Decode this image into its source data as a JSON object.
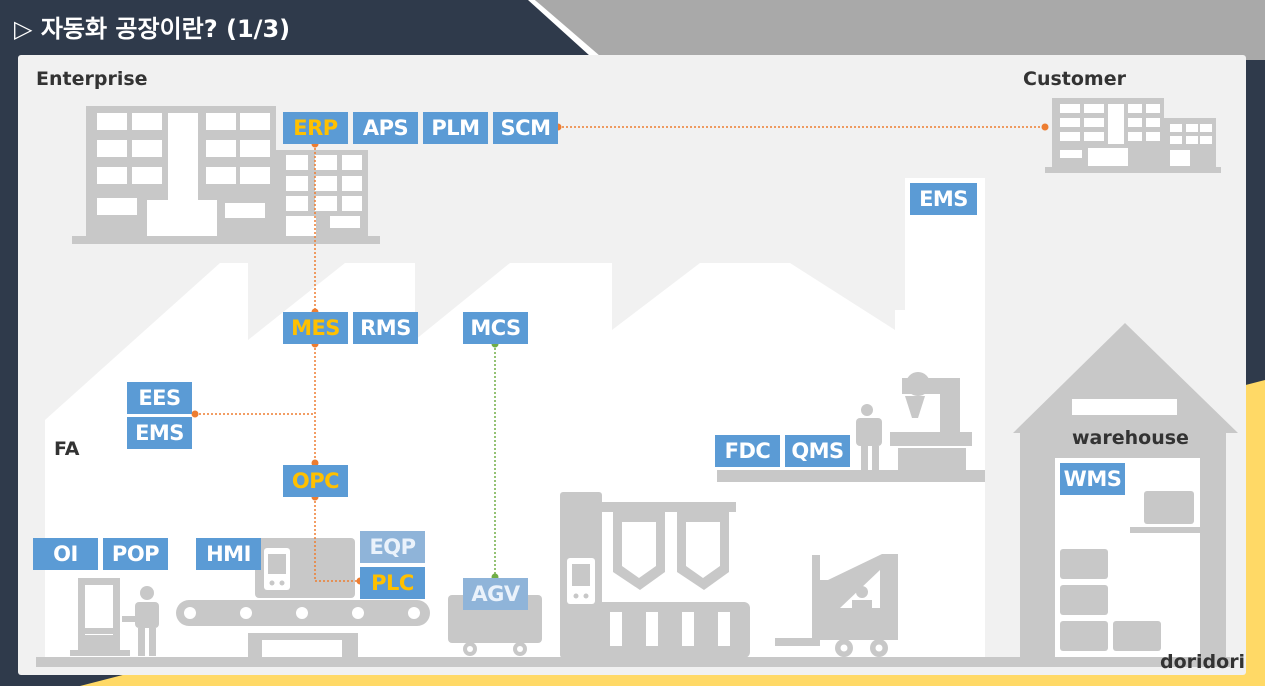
{
  "title": "▷ 자동화 공장이란? (1/3)",
  "labels": {
    "enterprise": "Enterprise",
    "customer": "Customer",
    "fa": "FA",
    "warehouse": "warehouse",
    "credit": "doridori"
  },
  "systems": {
    "erp": "ERP",
    "aps": "APS",
    "plm": "PLM",
    "scm": "SCM",
    "ems_top": "EMS",
    "mes": "MES",
    "rms": "RMS",
    "mcs": "MCS",
    "ees": "EES",
    "ems": "EMS",
    "opc": "OPC",
    "fdc": "FDC",
    "qms": "QMS",
    "oi": "OI",
    "pop": "POP",
    "hmi": "HMI",
    "eqp": "EQP",
    "plc": "PLC",
    "agv": "AGV",
    "wms": "WMS"
  },
  "colors": {
    "header_dark": "#2f3a4b",
    "header_gray": "#a9a9a9",
    "accent_yellow": "#ffd966",
    "tag_blue": "#5b9bd5",
    "highlight": "#ffc000",
    "link_orange": "#ed7d31",
    "link_green": "#70ad47",
    "silhouette": "#c8c8c8"
  }
}
